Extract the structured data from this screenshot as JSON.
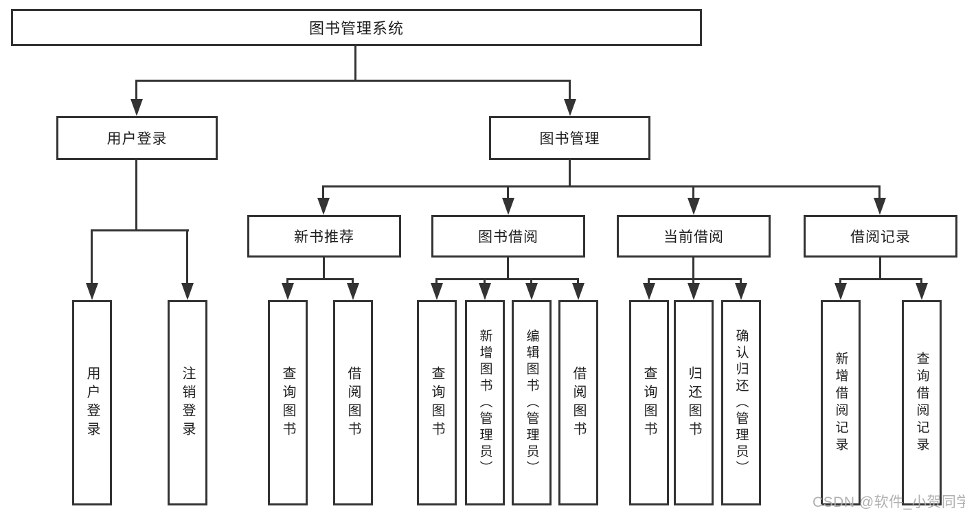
{
  "diagram": {
    "root_label": "图书管理系统",
    "level2": [
      {
        "label": "用户登录"
      },
      {
        "label": "图书管理"
      }
    ],
    "level3": [
      {
        "label": "新书推荐"
      },
      {
        "label": "图书借阅"
      },
      {
        "label": "当前借阅"
      },
      {
        "label": "借阅记录"
      }
    ],
    "leaves": [
      {
        "label": "用户登录",
        "parent": "用户登录"
      },
      {
        "label": "注销登录",
        "parent": "用户登录"
      },
      {
        "label": "查询图书",
        "parent": "新书推荐"
      },
      {
        "label": "借阅图书",
        "parent": "新书推荐"
      },
      {
        "label": "查询图书",
        "parent": "图书借阅"
      },
      {
        "label": "新增图书（管理员）",
        "parent": "图书借阅"
      },
      {
        "label": "编辑图书（管理员）",
        "parent": "图书借阅"
      },
      {
        "label": "借阅图书",
        "parent": "图书借阅"
      },
      {
        "label": "查询图书",
        "parent": "当前借阅"
      },
      {
        "label": "归还图书",
        "parent": "当前借阅"
      },
      {
        "label": "确认归还（管理员）",
        "parent": "当前借阅"
      },
      {
        "label": "新增借阅记录",
        "parent": "借阅记录"
      },
      {
        "label": "查询借阅记录",
        "parent": "借阅记录"
      }
    ],
    "watermark": {
      "label": "CSDN @软件_小贺同学"
    },
    "colors": {
      "line": "#333333",
      "text": "#1f1f1f",
      "background": "#ffffff",
      "watermark": "#acacac"
    }
  }
}
